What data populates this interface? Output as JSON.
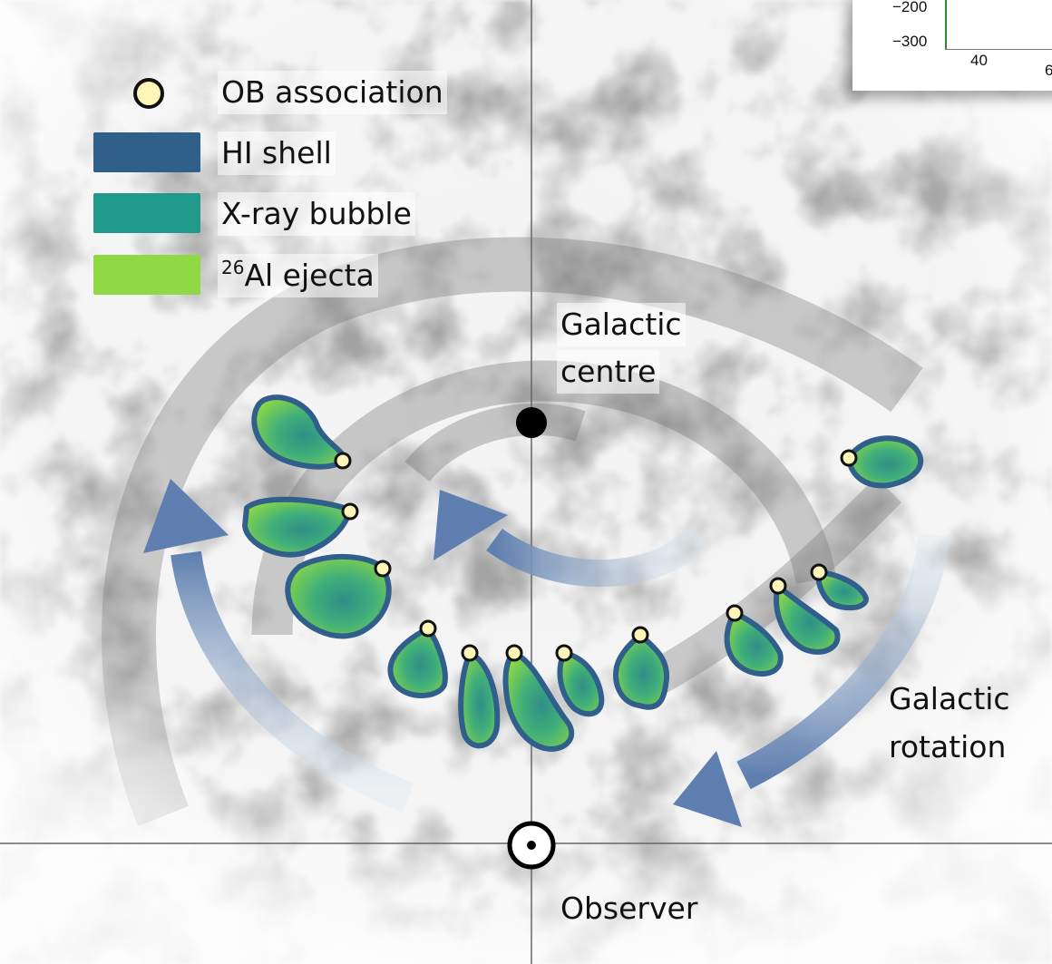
{
  "legend": {
    "items": [
      {
        "kind": "dot",
        "label": "OB association",
        "color": "#fdf6b8"
      },
      {
        "kind": "swatch",
        "label": "HI shell",
        "color": "#2f5f8a"
      },
      {
        "kind": "swatch",
        "label": "X-ray bubble",
        "color": "#1f9a8a"
      },
      {
        "kind": "swatch",
        "label_sup": "26",
        "label": "Al ejecta",
        "color": "#8fd944"
      }
    ]
  },
  "labels": {
    "galactic_centre_line1": "Galactic",
    "galactic_centre_line2": "centre",
    "galactic_rotation_line1": "Galactic",
    "galactic_rotation_line2": "rotation",
    "observer": "Observer"
  },
  "inset": {
    "y_ticks": [
      "−200",
      "−300"
    ],
    "x_ticks": [
      "40",
      "6"
    ]
  },
  "colors": {
    "hi_shell": "#2f5f8a",
    "xray_bubble": "#1f9a8a",
    "al_ejecta": "#8fd944",
    "arrow": "#5f7fb0",
    "ob_association": "#fdf6b8"
  }
}
